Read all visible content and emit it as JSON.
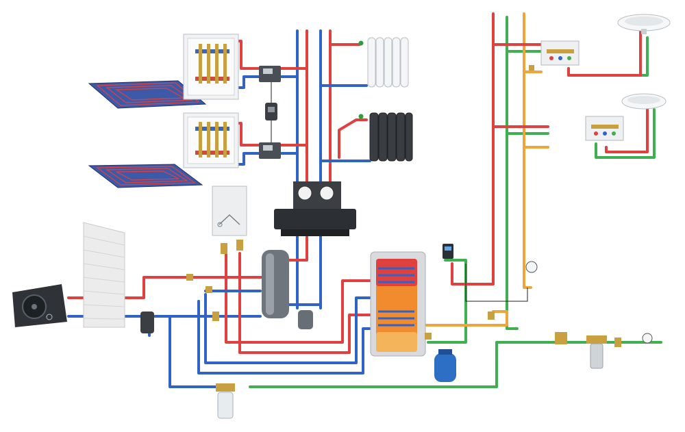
{
  "colors": {
    "supply": "#e0403e",
    "return": "#2f63c6",
    "hot_water": "#f0a43c",
    "cold_water": "#3fb04f",
    "equipment_light": "#e9ecef",
    "equipment_dark": "#3b3f44",
    "brass": "#c8a040"
  },
  "components": [
    "heat-pump-outdoor-unit",
    "wall",
    "underfloor-heating-loop",
    "underfloor-manifold-cabinet",
    "mixing-pump-module",
    "white-radiator",
    "black-radiator",
    "hydraulic-separator-manifold",
    "wall-mounted-boiler",
    "buffer-tank",
    "dhw-storage-cylinder",
    "expansion-vessel",
    "water-filter",
    "washbasin",
    "sanitary-manifold"
  ]
}
